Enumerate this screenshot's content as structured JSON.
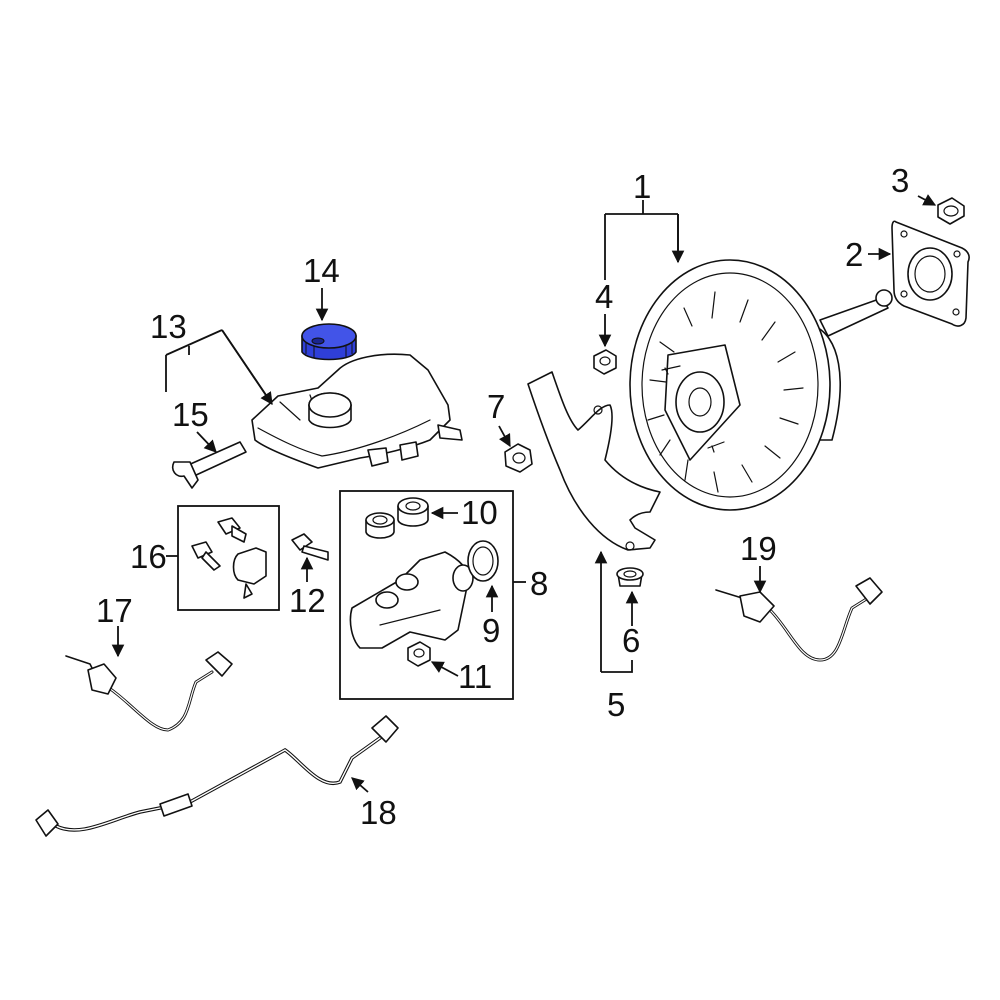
{
  "diagram": {
    "highlight_color": "#2f3fd8",
    "callouts": {
      "c1": "1",
      "c2": "2",
      "c3": "3",
      "c4": "4",
      "c5": "5",
      "c6": "6",
      "c7": "7",
      "c8": "8",
      "c9": "9",
      "c10": "10",
      "c11": "11",
      "c12": "12",
      "c13": "13",
      "c14": "14",
      "c15": "15",
      "c16": "16",
      "c17": "17",
      "c18": "18",
      "c19": "19"
    }
  }
}
